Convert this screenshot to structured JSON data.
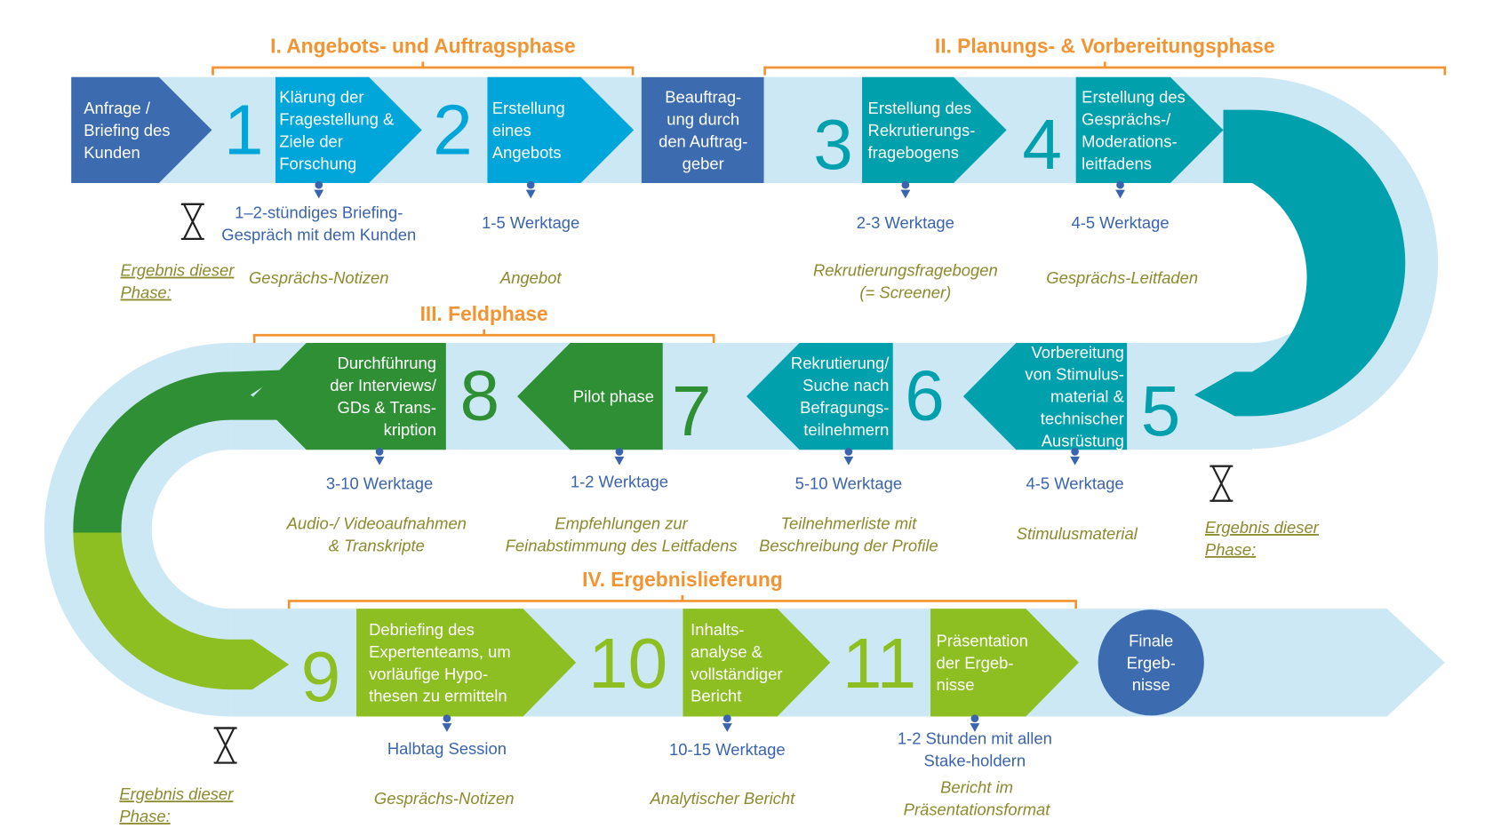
{
  "colors": {
    "dark_blue": "#3c6bb0",
    "band": "#cde8f5",
    "cyan": "#00a6d9",
    "teal": "#00a0ad",
    "dark_green": "#2f8f35",
    "lime": "#8dbf22",
    "orange": "#f39433",
    "olive": "#8c8a2d",
    "blue_text": "#3a64ad"
  },
  "phases": [
    {
      "title": "I. Angebots- und Auftragsphase"
    },
    {
      "title": "II. Planungs- & Vorbereitungsphase"
    },
    {
      "title": "III. Feldphase"
    },
    {
      "title": "IV. Ergebnislieferung"
    }
  ],
  "result_label": {
    "lines": [
      "Ergebnis dieser",
      "Phase:"
    ]
  },
  "start": {
    "lines": [
      "Anfrage /",
      "Briefing des",
      "Kunden"
    ]
  },
  "commission": {
    "lines": [
      "Beauftrag-",
      "ung durch",
      "den Auftrag-",
      "geber"
    ]
  },
  "final": {
    "lines": [
      "Finale",
      "Ergeb-",
      "nisse"
    ]
  },
  "steps": [
    {
      "number": "1",
      "lines": [
        "Klärung der",
        "Fragestellung &",
        "Ziele der",
        "Forschung"
      ],
      "duration": [
        "1–2-stündiges Briefing-",
        "Gespräch mit dem Kunden"
      ],
      "result": [
        "Gesprächs-Notizen"
      ]
    },
    {
      "number": "2",
      "lines": [
        "Erstellung",
        "eines",
        "Angebots"
      ],
      "duration": [
        "1-5 Werktage"
      ],
      "result": [
        "Angebot"
      ]
    },
    {
      "number": "3",
      "lines": [
        "Erstellung des",
        "Rekrutierungs-",
        "fragebogens"
      ],
      "duration": [
        "2-3 Werktage"
      ],
      "result": [
        "Rekrutierungsfragebogen",
        "(= Screener)"
      ]
    },
    {
      "number": "4",
      "lines": [
        "Erstellung des",
        "Gesprächs-/",
        "Moderations-",
        "leitfadens"
      ],
      "duration": [
        "4-5 Werktage"
      ],
      "result": [
        "Gesprächs-Leitfaden"
      ]
    },
    {
      "number": "5",
      "lines": [
        "Vorbereitung",
        "von Stimulus-",
        "material &",
        "technischer",
        "Ausrüstung"
      ],
      "duration": [
        "4-5 Werktage"
      ],
      "result": [
        "Stimulusmaterial"
      ]
    },
    {
      "number": "6",
      "lines": [
        "Rekrutierung/",
        "Suche nach",
        "Befragungs-",
        "teilnehmern"
      ],
      "duration": [
        "5-10 Werktage"
      ],
      "result": [
        "Teilnehmerliste mit",
        "Beschreibung der Profile"
      ]
    },
    {
      "number": "7",
      "lines": [
        "Pilot phase"
      ],
      "duration": [
        "1-2 Werktage"
      ],
      "result": [
        "Empfehlungen zur",
        "Feinabstimmung des Leitfadens"
      ]
    },
    {
      "number": "8",
      "lines": [
        "Durchführung",
        "der Interviews/",
        "GDs & Trans-",
        "kription"
      ],
      "duration": [
        "3-10 Werktage"
      ],
      "result": [
        "Audio-/ Videoaufnahmen",
        "& Transkripte"
      ]
    },
    {
      "number": "9",
      "lines": [
        "Debriefing  des",
        "Expertenteams, um",
        "vorläufige Hypo-",
        "thesen zu ermitteln"
      ],
      "duration": [
        "Halbtag Session"
      ],
      "result": [
        "Gesprächs-Notizen"
      ]
    },
    {
      "number": "10",
      "lines": [
        "Inhalts-",
        "analyse &",
        "vollständiger",
        "Bericht"
      ],
      "duration": [
        "10-15 Werktage"
      ],
      "result": [
        "Analytischer Bericht"
      ]
    },
    {
      "number": "11",
      "lines": [
        "Präsentation",
        "der Ergeb-",
        "nisse"
      ],
      "duration": [
        "1-2 Stunden mit allen",
        "Stake-holdern"
      ],
      "result": [
        "Bericht im",
        "Präsentationsformat"
      ]
    }
  ]
}
